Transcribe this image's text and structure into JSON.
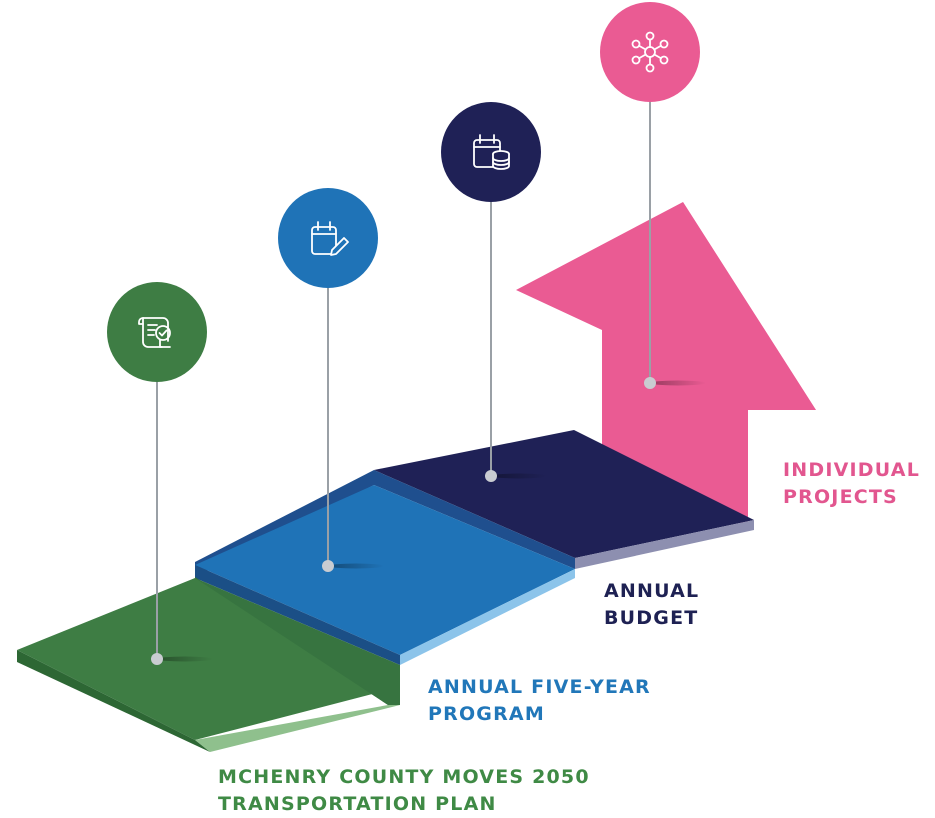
{
  "steps": [
    {
      "id": "plan",
      "title_lines": [
        "MCHENRY COUNTY MOVES 2050",
        "TRANSPORTATION PLAN"
      ],
      "color": "#3e7d44",
      "icon": "scroll-check-icon"
    },
    {
      "id": "program",
      "title_lines": [
        "ANNUAL FIVE-YEAR",
        "PROGRAM"
      ],
      "color": "#1f73b7",
      "icon": "calendar-pencil-icon"
    },
    {
      "id": "budget",
      "title_lines": [
        "ANNUAL",
        "BUDGET"
      ],
      "color": "#1f2156",
      "icon": "calendar-coins-icon"
    },
    {
      "id": "projects",
      "title_lines": [
        "INDIVIDUAL",
        "PROJECTS"
      ],
      "color": "#ea5b93",
      "icon": "network-hub-icon"
    }
  ]
}
